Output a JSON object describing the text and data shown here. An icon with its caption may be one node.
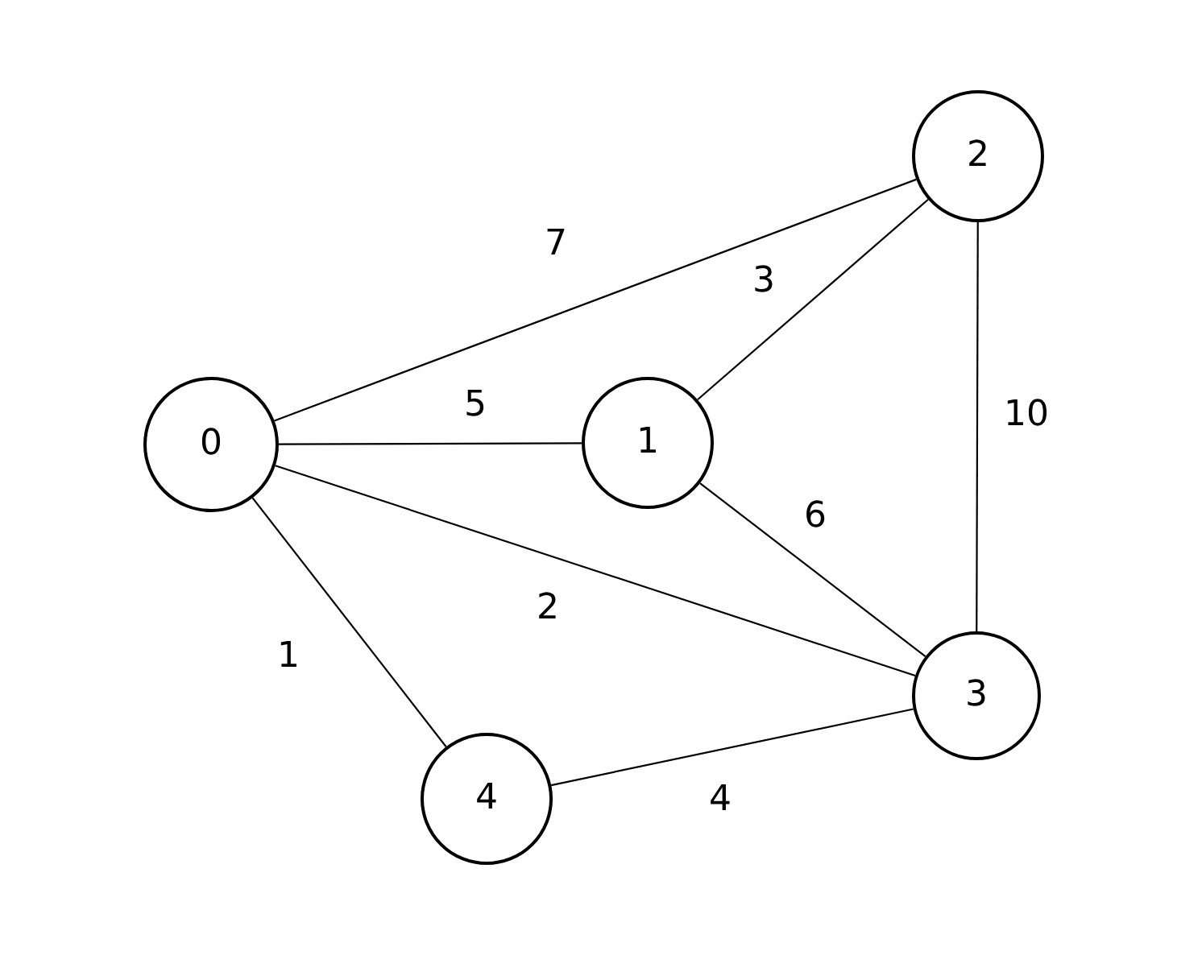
{
  "diagram": {
    "nodes": [
      {
        "text": [
          "0"
        ]
      },
      {
        "text": [
          "1"
        ]
      },
      {
        "text": [
          "2"
        ]
      },
      {
        "text": [
          "3"
        ]
      },
      {
        "text": [
          "4"
        ]
      }
    ],
    "edges": [
      {
        "from": 0,
        "to": 2,
        "arrow": "none",
        "label": "7"
      },
      {
        "from": 0,
        "to": 1,
        "arrow": "none",
        "label": "5"
      },
      {
        "from": 1,
        "to": 2,
        "arrow": "none",
        "label": "3"
      },
      {
        "from": 2,
        "to": 3,
        "arrow": "none",
        "label": "10"
      },
      {
        "from": 1,
        "to": 3,
        "arrow": "none",
        "label": "6"
      },
      {
        "from": 0,
        "to": 3,
        "arrow": "none",
        "label": "2"
      },
      {
        "from": 0,
        "to": 4,
        "arrow": "none",
        "label": "1"
      },
      {
        "from": 4,
        "to": 3,
        "arrow": "none",
        "label": "4"
      }
    ]
  }
}
